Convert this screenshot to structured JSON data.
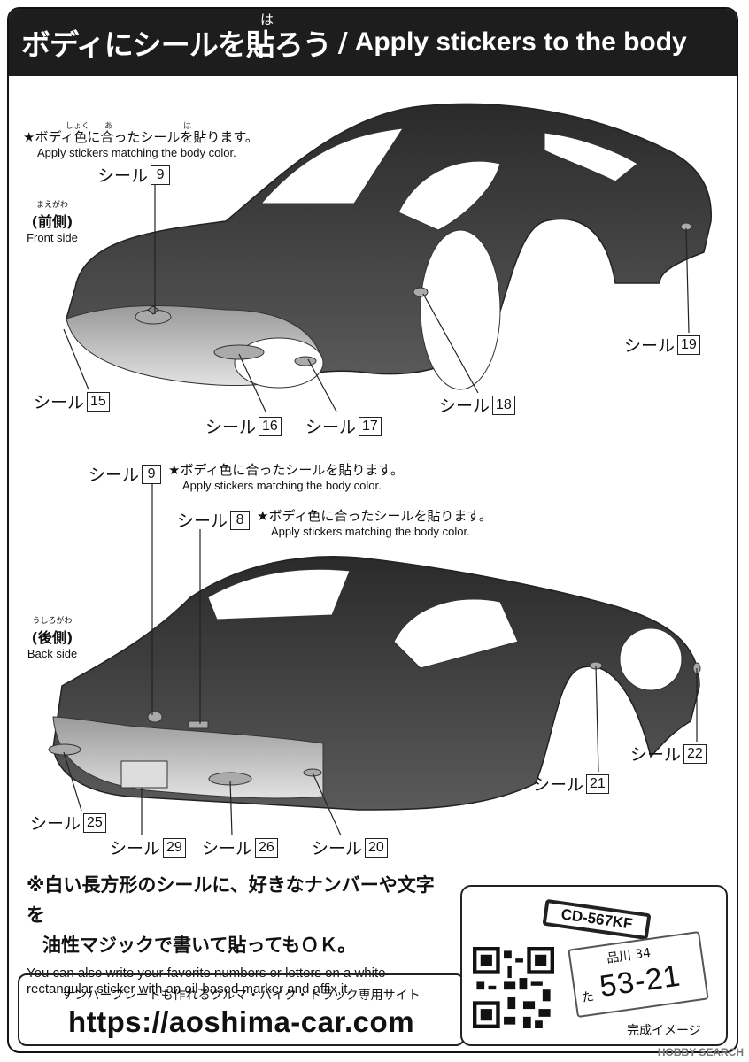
{
  "header": {
    "title_jp": "ボディにシールを貼ろう",
    "separator": "/",
    "title_en": "Apply stickers to the body",
    "ruby_ha": "は"
  },
  "front": {
    "note_jp": "★ボディ色に合ったシールを貼ります。",
    "note_en": "Apply stickers matching the body color.",
    "ruby_shoku": "しょく",
    "ruby_a": "あ",
    "ruby_ha": "は",
    "side_ruby": "まえがわ",
    "side_jp": "(前側)",
    "side_en": "Front side",
    "callouts": [
      {
        "label": "シール",
        "num": "9"
      },
      {
        "label": "シール",
        "num": "15"
      },
      {
        "label": "シール",
        "num": "16"
      },
      {
        "label": "シール",
        "num": "17"
      },
      {
        "label": "シール",
        "num": "18"
      },
      {
        "label": "シール",
        "num": "19"
      }
    ]
  },
  "back": {
    "note_jp": "★ボディ色に合ったシールを貼ります。",
    "note_en": "Apply stickers matching the body color.",
    "note2_jp": "★ボディ色に合ったシールを貼ります。",
    "note2_en": "Apply stickers matching the body color.",
    "side_ruby": "うしろがわ",
    "side_jp": "(後側)",
    "side_en": "Back side",
    "callouts": [
      {
        "label": "シール",
        "num": "9"
      },
      {
        "label": "シール",
        "num": "8"
      },
      {
        "label": "シール",
        "num": "25"
      },
      {
        "label": "シール",
        "num": "29"
      },
      {
        "label": "シール",
        "num": "26"
      },
      {
        "label": "シール",
        "num": "20"
      },
      {
        "label": "シール",
        "num": "21"
      },
      {
        "label": "シール",
        "num": "22"
      }
    ]
  },
  "bottom": {
    "jp_line1": "※白い長方形のシールに、好きなナンバーや文字を",
    "jp_line2": "油性マジックで書いて貼ってもＯＫ。",
    "en": "You can also write your favorite numbers or letters on a white rectangular sticker with an oil-based marker and affix it.",
    "url_desc": "ナンバープレートも作れるクルマ・バイク・トラック専用サイト",
    "url": "https://aoshima-car.com",
    "plate1": "CD-567KF",
    "plate2_top": "品川 34",
    "plate2_left": "た",
    "plate2_big": "53-21",
    "image_caption": "完成イメージ",
    "watermark": "HOBBY SEARCH"
  },
  "colors": {
    "body": "#4a4a4a",
    "bumper": "#c8c8c8",
    "title_bg": "#1d1d1d"
  }
}
